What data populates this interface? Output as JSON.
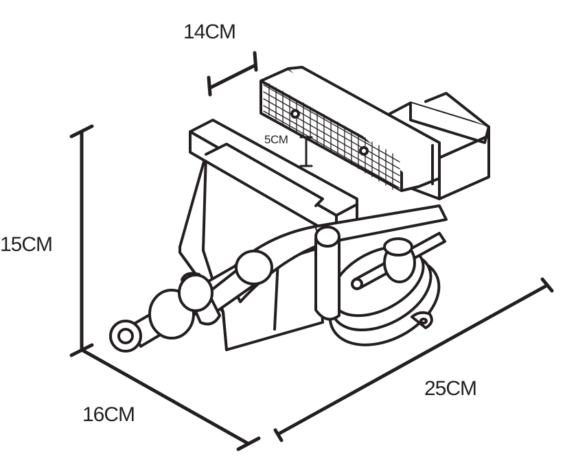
{
  "diagram": {
    "subject": "bench vise",
    "stroke_color": "#231f20",
    "fill_color": "#ffffff",
    "dimensions": {
      "jaw_width": "14CM",
      "jaw_opening": "5CM",
      "height": "15CM",
      "depth": "16CM",
      "length": "25CM"
    }
  }
}
